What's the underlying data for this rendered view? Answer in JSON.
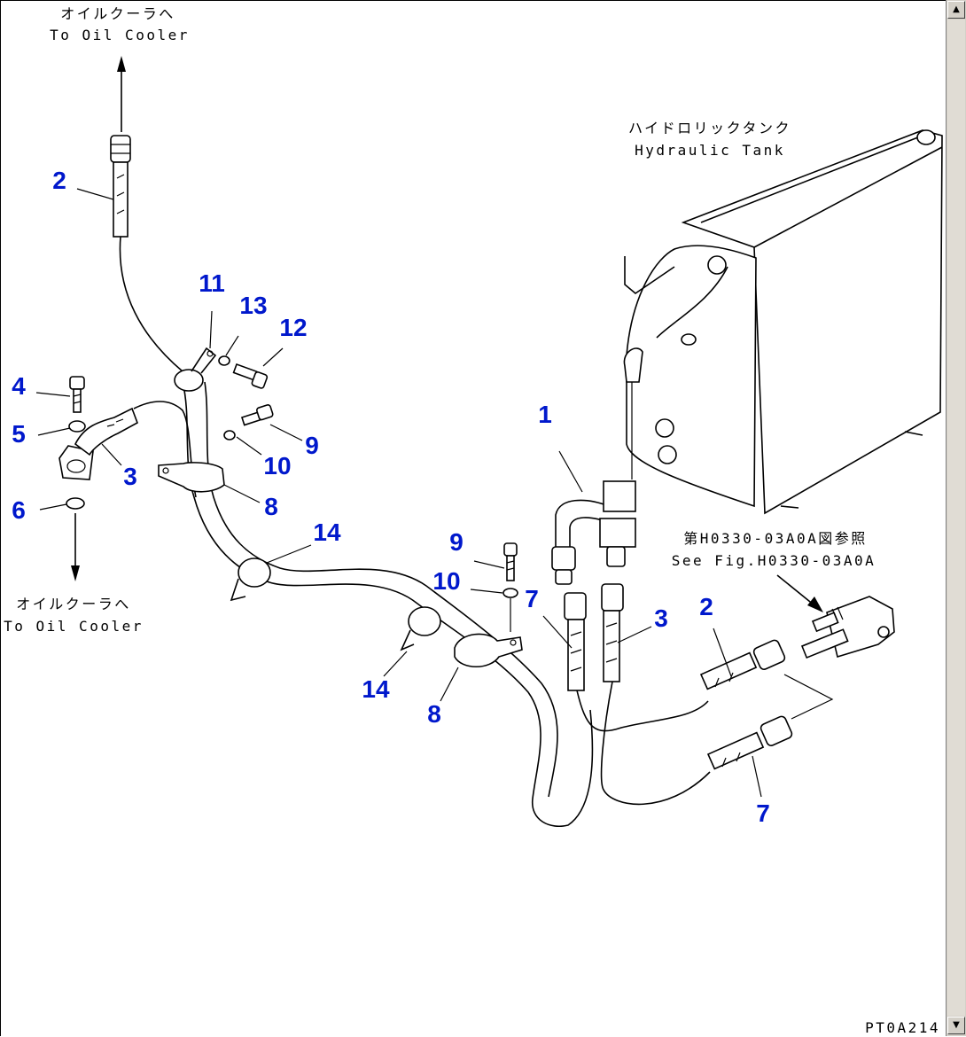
{
  "colors": {
    "callout": "#0018cc",
    "line": "#000000",
    "scrollbar": "#d4d0c8"
  },
  "annotations": {
    "top_jp": "オイルクーラへ",
    "top_en": "To Oil Cooler",
    "left_jp": "オイルクーラへ",
    "left_en": "To Oil Cooler",
    "tank_jp": "ハイドロリックタンク",
    "tank_en": "Hydraulic Tank",
    "fig_jp": "第H0330-03A0A図参照",
    "fig_en": "See Fig.H0330-03A0A",
    "drawing_code": "PT0A214"
  },
  "callouts": {
    "c2a": "2",
    "c11": "11",
    "c13": "13",
    "c12": "12",
    "c4": "4",
    "c5": "5",
    "c3a": "3",
    "c6": "6",
    "c9a": "9",
    "c10a": "10",
    "c8a": "8",
    "c14a": "14",
    "c1": "1",
    "c9b": "9",
    "c10b": "10",
    "c7a": "7",
    "c3b": "3",
    "c2b": "2",
    "c14b": "14",
    "c8b": "8",
    "c7b": "7"
  },
  "scrollbar": {
    "up_icon": "▲",
    "down_icon": "▼"
  }
}
